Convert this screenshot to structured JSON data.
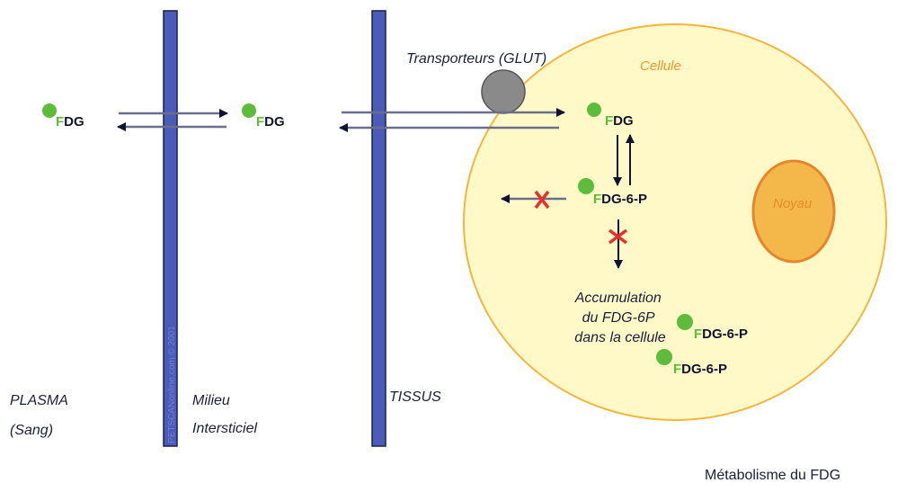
{
  "title": "Métabolisme du FDG",
  "compartments": {
    "plasma": [
      "PLASMA",
      "(Sang)"
    ],
    "interstitial": [
      "Milieu",
      "Intersticiel"
    ],
    "tissue": "TISSUS",
    "cell": "Cellule",
    "nucleus": "Noyau"
  },
  "transporter_label": "Transporteurs (GLUT)",
  "molecules": {
    "fdg_prefix": "F",
    "fdg_suffix": "DG",
    "fdg6p_suffix": "DG-6-P"
  },
  "accumulation": [
    "Accumulation",
    "du FDG-6P",
    "dans la cellule"
  ],
  "watermark": "PETSCANonline.com © 2001",
  "colors": {
    "membrane": "#4b5bb8",
    "membrane_border": "#1b1f4a",
    "cell_fill": "#fff9c8",
    "cell_border": "#f4b63a",
    "nucleus_fill": "#f4b84a",
    "nucleus_border": "#e8852a",
    "molecule_dot": "#5bbd3a",
    "block_x": "#e8302a",
    "transporter": "#8a8a8a"
  }
}
